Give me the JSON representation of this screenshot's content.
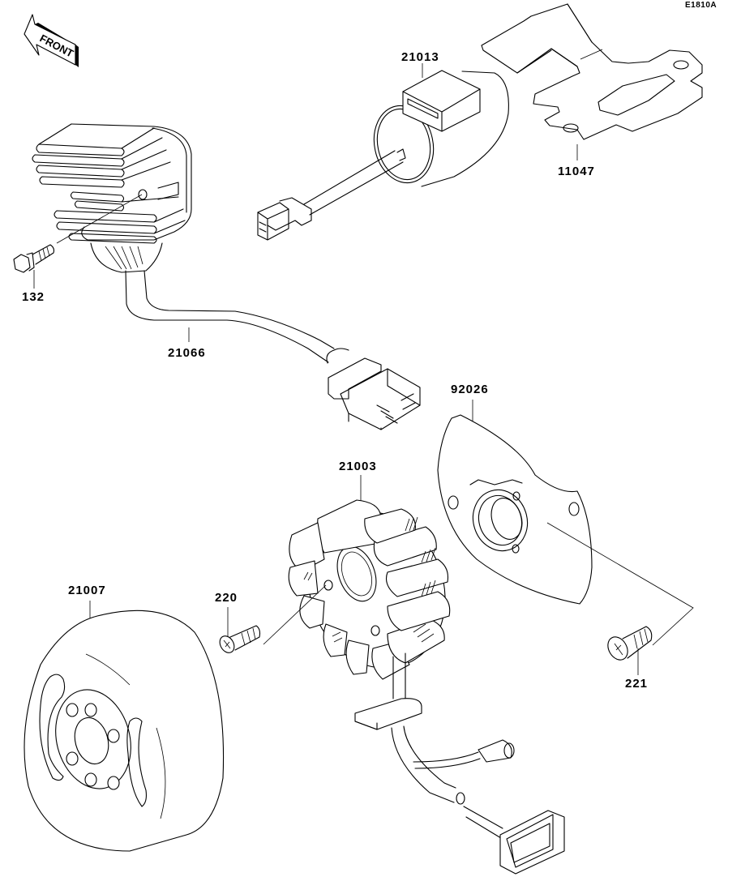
{
  "diagram": {
    "figure_code": "E1810A",
    "orientation_label": "FRONT",
    "parts": [
      {
        "ref": "132",
        "name": "bolt"
      },
      {
        "ref": "21066",
        "name": "wire-harness"
      },
      {
        "ref": "21013",
        "name": "ignition-coil"
      },
      {
        "ref": "11047",
        "name": "bracket"
      },
      {
        "ref": "92026",
        "name": "grommet-plate"
      },
      {
        "ref": "21003",
        "name": "stator"
      },
      {
        "ref": "21007",
        "name": "flywheel-rotor"
      },
      {
        "ref": "220",
        "name": "screw"
      },
      {
        "ref": "221",
        "name": "screw"
      }
    ]
  }
}
